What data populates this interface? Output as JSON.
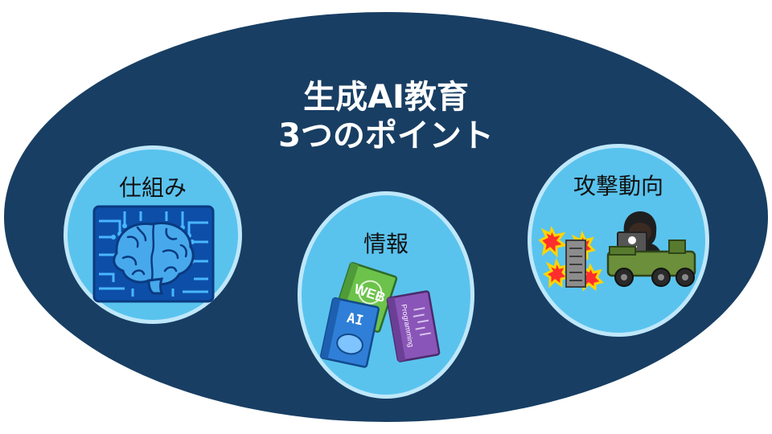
{
  "title": {
    "line1": "生成AI教育",
    "line2": "3つのポイント"
  },
  "points": [
    {
      "label": "仕組み",
      "icon": "circuit-brain-icon"
    },
    {
      "label": "情報",
      "icon": "books-icon",
      "book_labels": {
        "web": "WEB",
        "ai": "AI",
        "programming": "Programming"
      }
    },
    {
      "label": "攻撃動向",
      "icon": "hacker-attack-icon"
    }
  ],
  "colors": {
    "ellipse": "#183e63",
    "circle_fill": "#59c3ee",
    "circle_ring": "#bfe7fa",
    "title_text": "#ffffff"
  }
}
